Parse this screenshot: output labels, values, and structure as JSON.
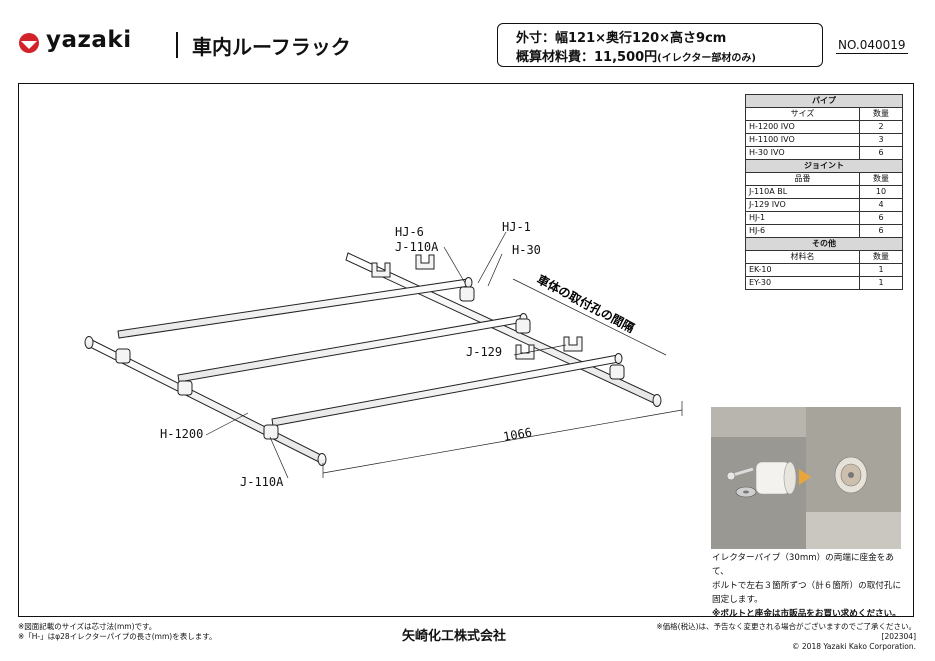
{
  "header": {
    "brand": "yazaki",
    "title": "車内ルーフラック",
    "spec_dims": "外寸：幅121×奥行120×高さ9cm",
    "spec_cost_main": "概算材料費：11,500円",
    "spec_cost_note": "(イレクター部材のみ)",
    "doc_no": "NO.040019"
  },
  "drawing": {
    "labels": {
      "hj6": "HJ-6",
      "j110a_top": "J-110A",
      "hj1": "HJ-1",
      "h30": "H-30",
      "j129": "J-129",
      "h1200": "H-1200",
      "j110a_bottom": "J-110A",
      "dim_1066": "1066",
      "hole_spacing": "車体の取付孔の間隔"
    }
  },
  "parts_table": {
    "sections": [
      {
        "title": "パイプ",
        "col_name": "サイズ",
        "col_qty": "数量",
        "rows": [
          {
            "name": "H-1200 IVO",
            "qty": "2"
          },
          {
            "name": "H-1100 IVO",
            "qty": "3"
          },
          {
            "name": "H-30 IVO",
            "qty": "6"
          }
        ]
      },
      {
        "title": "ジョイント",
        "col_name": "品番",
        "col_qty": "数量",
        "rows": [
          {
            "name": "J-110A BL",
            "qty": "10"
          },
          {
            "name": "J-129 IVO",
            "qty": "4"
          },
          {
            "name": "HJ-1",
            "qty": "6"
          },
          {
            "name": "HJ-6",
            "qty": "6"
          }
        ]
      },
      {
        "title": "その他",
        "col_name": "材料名",
        "col_qty": "数量",
        "rows": [
          {
            "name": "EK-10",
            "qty": "1"
          },
          {
            "name": "EY-30",
            "qty": "1"
          }
        ]
      }
    ]
  },
  "caption": {
    "line1": "イレクターパイプ（30mm）の両端に座金をあて、",
    "line2": "ボルトで左右３箇所ずつ（計６箇所）の取付孔に",
    "line3": "固定します。",
    "note": "※ボルトと座金は市販品をお買い求めください。"
  },
  "footer": {
    "left1": "※図面記載のサイズは芯寸法(mm)です。",
    "left2": "※「H-」はφ28イレクターパイプの長さ(mm)を表します。",
    "company": "矢崎化工株式会社",
    "right1": "※価格(税込)は、予告なく変更される場合がございますのでご了承ください。[202304]",
    "right2": "© 2018 Yazaki Kako Corporation."
  },
  "colors": {
    "brand_red": "#d2232a",
    "table_header": "#d8d8d8"
  }
}
